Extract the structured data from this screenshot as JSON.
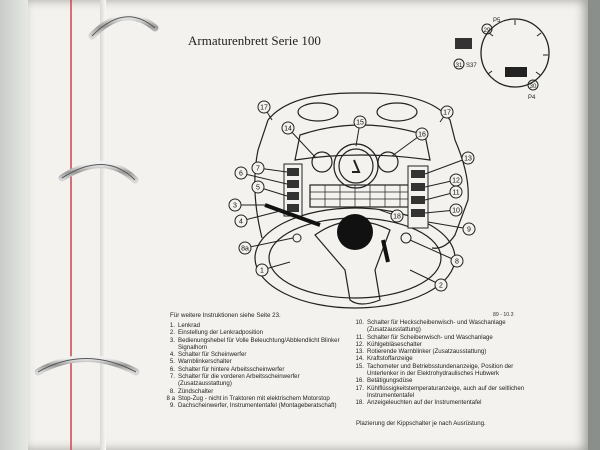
{
  "header_mark": "Serie 100",
  "title": "Armaturenbrett Serie 100",
  "instruction_note": "Für weitere Instruktionen siehe Seite 23.",
  "figure_ref": "89 - 10.3",
  "inset_labels": [
    "P5",
    "P4",
    "S37"
  ],
  "callouts": [
    "1",
    "2",
    "3",
    "4",
    "5",
    "6",
    "7",
    "8",
    "9",
    "10",
    "11",
    "12",
    "13",
    "14",
    "15",
    "16",
    "17",
    "18",
    "8a"
  ],
  "legend_left": [
    {
      "n": "1.",
      "text": "Lenkrad"
    },
    {
      "n": "2.",
      "text": "Einstellung der Lenkradposition"
    },
    {
      "n": "3.",
      "text": "Bedienungshebel für Volle Beleuchtung/Abblendlicht Blinker Signalhorn"
    },
    {
      "n": "4.",
      "text": "Schalter für Scheinwerfer"
    },
    {
      "n": "5.",
      "text": "Warnblinkerschalter"
    },
    {
      "n": "6.",
      "text": "Schalter für hintere Arbeitsscheinwerfer"
    },
    {
      "n": "7.",
      "text": "Schalter für die vorderen Arbeitsscheinwerfer (Zusatzausstattung)"
    },
    {
      "n": "8.",
      "text": "Zündschalter"
    },
    {
      "n": "8 a",
      "text": "Stop-Zug - nicht in Traktoren mit elektrischem Motorstop"
    },
    {
      "n": "9.",
      "text": "Dachscheinwerfer, Instrumententafel (Montageberatschaft)"
    }
  ],
  "legend_right": [
    {
      "n": "10.",
      "text": "Schalter für Heckscheibenwisch- und Waschanlage (Zusatzausstattung)"
    },
    {
      "n": "11.",
      "text": "Schalter für Scheibenwisch- und Waschanlage"
    },
    {
      "n": "12.",
      "text": "Kühlgebläseschalter"
    },
    {
      "n": "13.",
      "text": "Rotierende Warnblinker (Zusatzausstattung)"
    },
    {
      "n": "14.",
      "text": "Kraftstoffanzeige"
    },
    {
      "n": "15.",
      "text": "Tachometer und Betriebsstundenanzeige, Position der Unterlenker in der Elektrohydraulisches Hubwerk"
    },
    {
      "n": "16.",
      "text": "Betätigungsdüse"
    },
    {
      "n": "17.",
      "text": "Kühlflüssigkeitstemperaturanzeige, auch auf der seitlichen Instrumententafel"
    },
    {
      "n": "18.",
      "text": "Anzeigeleuchten auf der Instrumententafel"
    }
  ],
  "footer": "Plazierung der Kippschalter je nach Ausrüstung."
}
